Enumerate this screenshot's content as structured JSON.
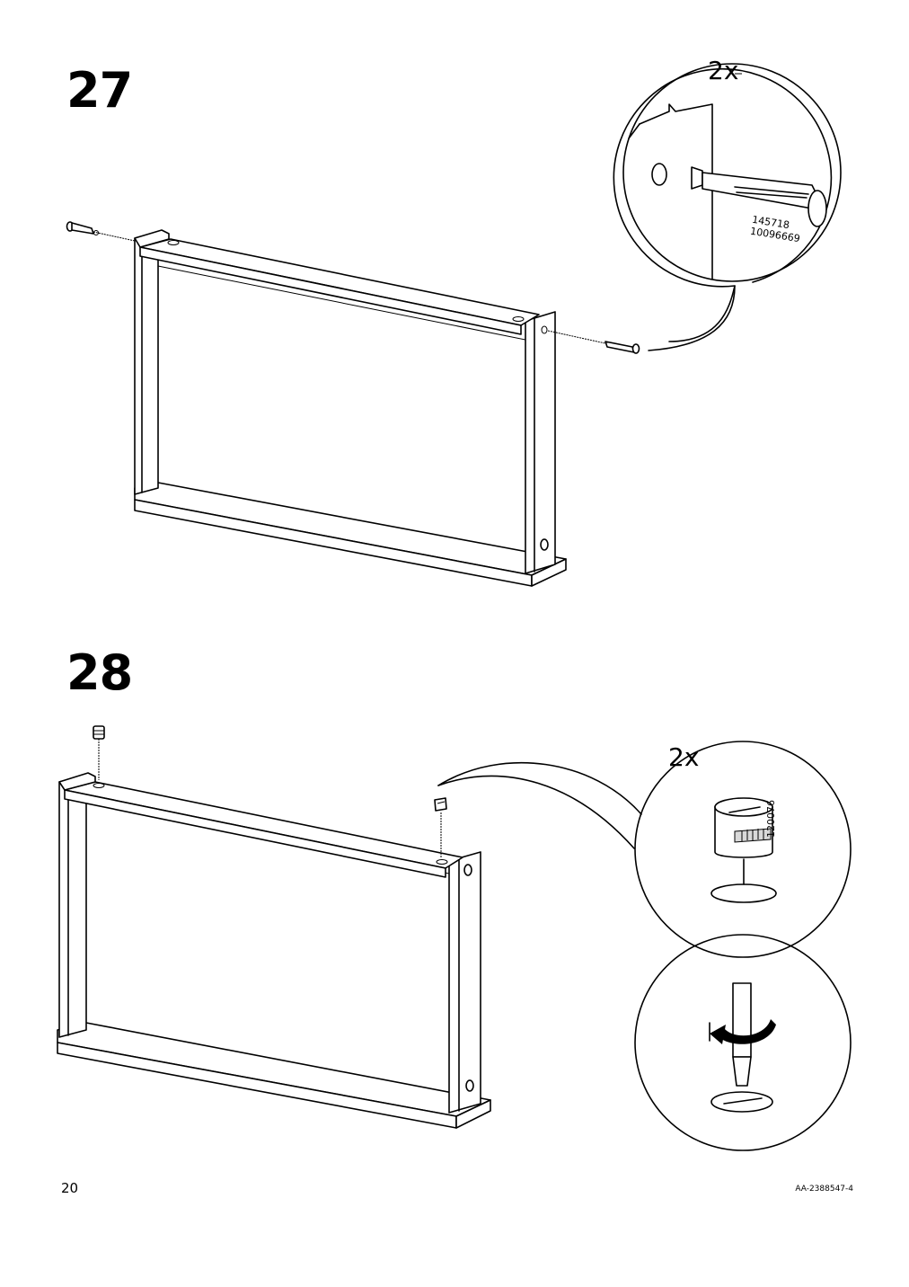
{
  "steps": [
    {
      "number": "27",
      "quantity": "2x",
      "part_numbers": [
        "145718",
        "10096669"
      ]
    },
    {
      "number": "28",
      "quantity": "2x",
      "part_numbers": [
        "120076"
      ]
    }
  ],
  "footer": {
    "page_number": "20",
    "document_id": "AA-2388547-4"
  }
}
